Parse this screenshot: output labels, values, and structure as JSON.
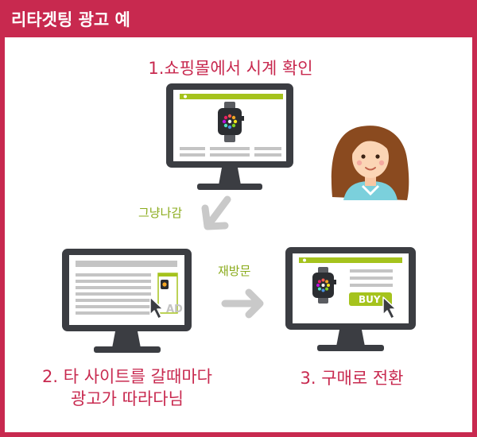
{
  "title": "리타겟팅 광고 예",
  "steps": {
    "step1": "1.쇼핑몰에서 시계 확인",
    "step2_line1": "2. 타 사이트를 갈때마다",
    "step2_line2": "광고가 따라다님",
    "step3": "3. 구매로 전환"
  },
  "arrows": {
    "leave": "그냥나감",
    "revisit": "재방문"
  },
  "monitors": {
    "ad_label": "AD",
    "buy_label": "BUY"
  },
  "colors": {
    "frame": "#c8294f",
    "accent_green": "#a5c31d",
    "monitor_dark": "#3b3d42",
    "arrow_gray": "#c9c9c9"
  }
}
